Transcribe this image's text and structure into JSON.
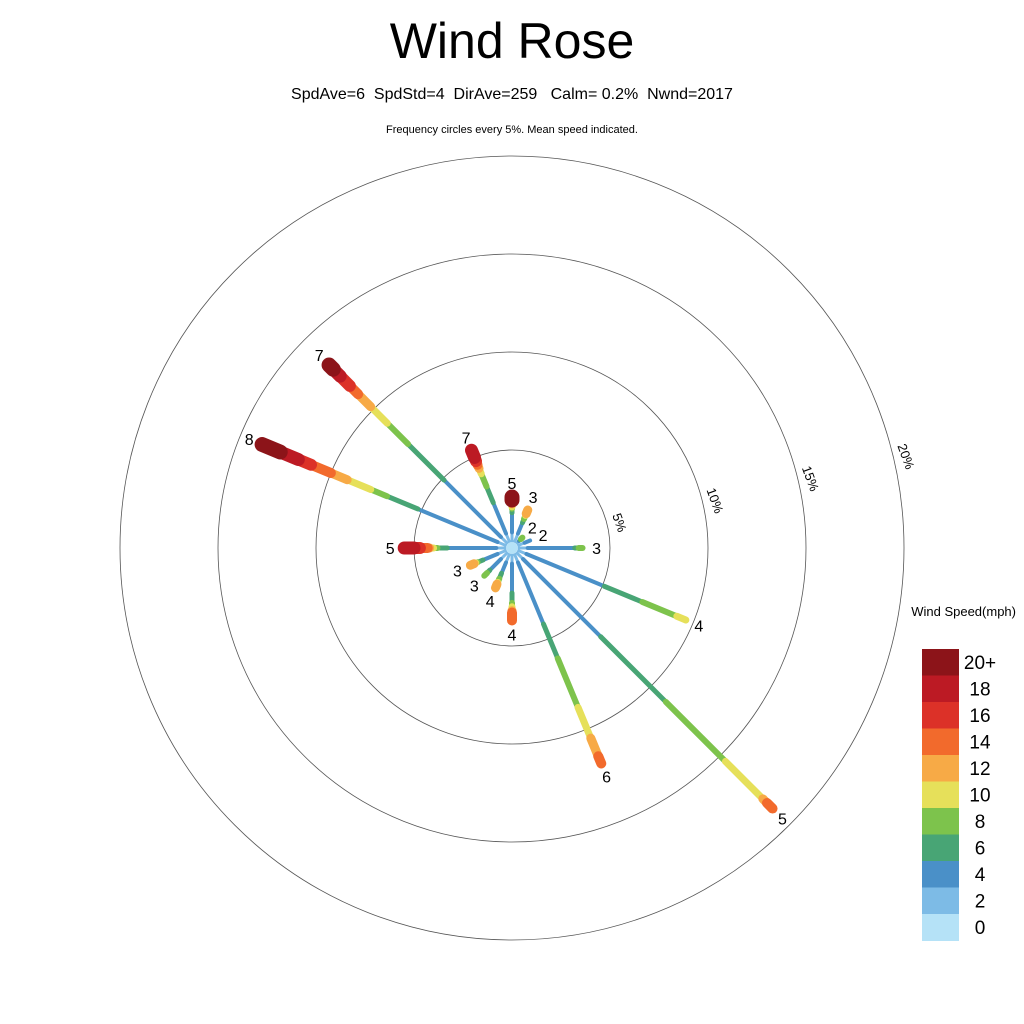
{
  "chart_data": {
    "type": "wind-rose",
    "title": "Wind Rose",
    "subtitle": "SpdAve=6  SpdStd=4  DirAve=259   Calm= 0.2%  Nwnd=2017",
    "note": "Frequency circles every 5%. Mean speed indicated.",
    "ring_step_percent": 5,
    "rings": [
      5,
      10,
      15,
      20
    ],
    "ring_labels": [
      "5%",
      "10%",
      "15%",
      "20%"
    ],
    "legend_title": "Wind Speed(mph)",
    "legend_labels": [
      "0",
      "2",
      "4",
      "6",
      "8",
      "10",
      "12",
      "14",
      "16",
      "18",
      "20+"
    ],
    "bin_colors": [
      "#b5e2f7",
      "#7dbbe6",
      "#4a90c8",
      "#48a575",
      "#7dc34c",
      "#e6e05a",
      "#f7aa46",
      "#f26a2c",
      "#dc3128",
      "#bc1a24",
      "#8c1419"
    ],
    "directions": [
      {
        "dir": 0,
        "mean": "5",
        "bins": [
          0.3,
          0.5,
          1.0,
          0.2,
          0.1,
          0.15,
          0.1,
          0.05,
          0.05,
          0,
          0.15
        ]
      },
      {
        "dir": 22.5,
        "mean": "3",
        "bins": [
          0.3,
          0.5,
          0.6,
          0.2,
          0.2,
          0.1,
          0.2,
          0,
          0,
          0,
          0
        ]
      },
      {
        "dir": 45,
        "mean": "2",
        "bins": [
          0.3,
          0.2,
          0.1,
          0.05,
          0.1,
          0,
          0,
          0,
          0,
          0,
          0
        ]
      },
      {
        "dir": 67.5,
        "mean": "2",
        "bins": [
          0.3,
          0.4,
          0.3,
          0,
          0,
          0,
          0,
          0,
          0,
          0,
          0
        ]
      },
      {
        "dir": 90,
        "mean": "3",
        "bins": [
          0.3,
          0.5,
          2.4,
          0.2,
          0.2,
          0,
          0,
          0,
          0,
          0,
          0
        ]
      },
      {
        "dir": 112.5,
        "mean": "4",
        "bins": [
          0.3,
          0.5,
          4.3,
          2.1,
          1.9,
          0.5,
          0,
          0,
          0,
          0,
          0
        ]
      },
      {
        "dir": 135,
        "mean": "5",
        "bins": [
          0.3,
          0.5,
          5.6,
          4.7,
          4.3,
          2.7,
          0.3,
          0.4,
          0,
          0,
          0
        ]
      },
      {
        "dir": 157.5,
        "mean": "6",
        "bins": [
          0.3,
          0.5,
          3.4,
          1.9,
          2.7,
          1.7,
          1.0,
          0.4,
          0,
          0,
          0
        ]
      },
      {
        "dir": 180,
        "mean": "4",
        "bins": [
          0.3,
          0.5,
          1.5,
          0.5,
          0.2,
          0.2,
          0.1,
          0.4,
          0,
          0,
          0
        ]
      },
      {
        "dir": 202.5,
        "mean": "4",
        "bins": [
          0.3,
          0.5,
          0.6,
          0.3,
          0.2,
          0.1,
          0.2,
          0,
          0,
          0,
          0
        ]
      },
      {
        "dir": 225,
        "mean": "3",
        "bins": [
          0.3,
          0.5,
          0.8,
          0.2,
          0.2,
          0,
          0,
          0,
          0,
          0,
          0
        ]
      },
      {
        "dir": 247.5,
        "mean": "3",
        "bins": [
          0.3,
          0.5,
          0.8,
          0.3,
          0.1,
          0.1,
          0.2,
          0,
          0,
          0,
          0
        ]
      },
      {
        "dir": 270,
        "mean": "5",
        "bins": [
          0.3,
          0.5,
          2.5,
          0.5,
          0.2,
          0.2,
          0.1,
          0.4,
          0.3,
          0.5,
          0
        ]
      },
      {
        "dir": 292.5,
        "mean": "8",
        "bins": [
          0.3,
          0.5,
          4.4,
          1.7,
          0.9,
          1.3,
          0.9,
          1.1,
          0.7,
          1.0,
          1.0
        ]
      },
      {
        "dir": 315,
        "mean": "7",
        "bins": [
          0.3,
          0.5,
          4.1,
          2.6,
          1.5,
          1.2,
          0.9,
          0.6,
          0.7,
          0.5,
          0.3
        ]
      },
      {
        "dir": 337.5,
        "mean": "7",
        "bins": [
          0.3,
          0.5,
          1.7,
          0.9,
          0.7,
          0.3,
          0.2,
          0.2,
          0.2,
          0.4,
          0
        ]
      }
    ]
  }
}
